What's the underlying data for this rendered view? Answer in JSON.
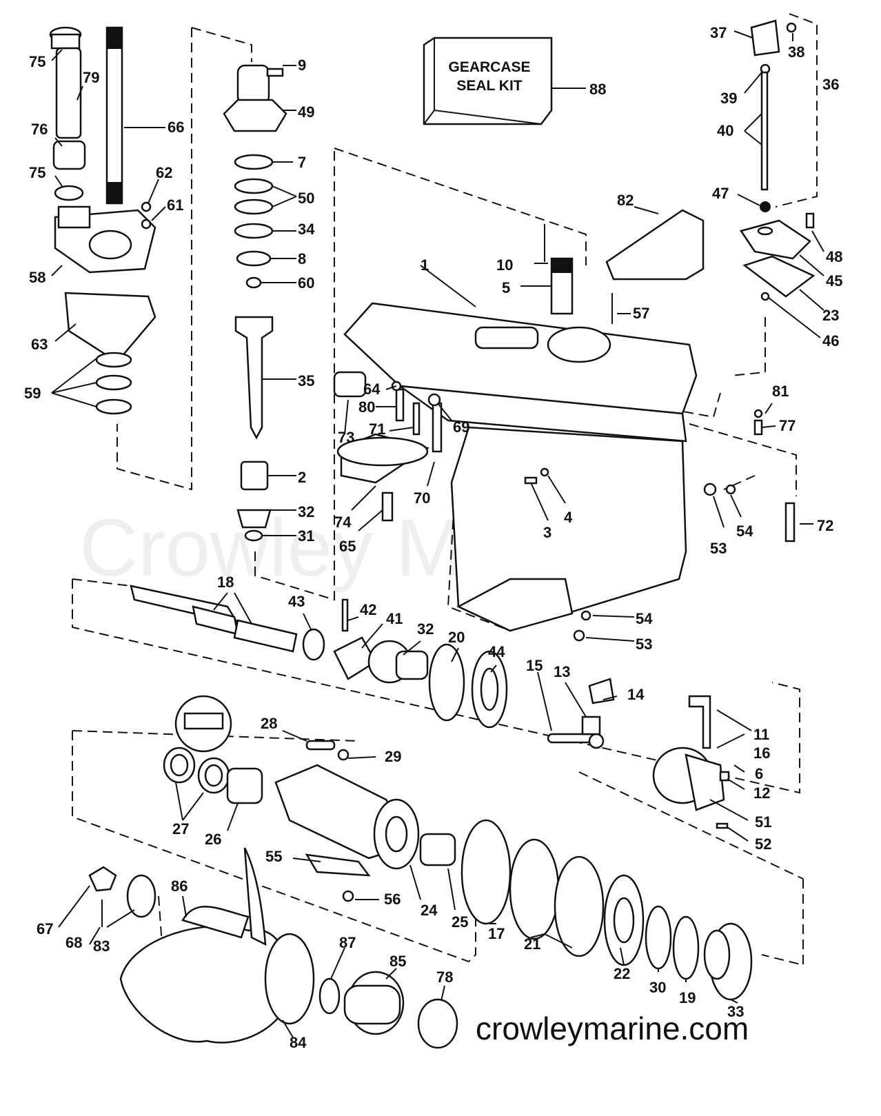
{
  "watermark": "Crowley Marine",
  "site_url": "crowleymarine.com",
  "seal_kit": {
    "line1": "GEARCASE",
    "line2": "SEAL KIT",
    "number": "88"
  },
  "callouts": [
    "1",
    "2",
    "3",
    "4",
    "5",
    "6",
    "7",
    "8",
    "9",
    "10",
    "11",
    "12",
    "13",
    "14",
    "15",
    "16",
    "17",
    "18",
    "19",
    "20",
    "21",
    "22",
    "23",
    "24",
    "25",
    "26",
    "27",
    "28",
    "29",
    "30",
    "31",
    "32",
    "32",
    "33",
    "34",
    "35",
    "36",
    "37",
    "38",
    "39",
    "40",
    "41",
    "42",
    "43",
    "44",
    "45",
    "46",
    "47",
    "48",
    "49",
    "50",
    "51",
    "52",
    "53",
    "53",
    "54",
    "54",
    "55",
    "56",
    "57",
    "58",
    "59",
    "60",
    "61",
    "62",
    "63",
    "64",
    "65",
    "66",
    "67",
    "68",
    "69",
    "70",
    "71",
    "72",
    "73",
    "74",
    "75",
    "75",
    "76",
    "77",
    "78",
    "79",
    "80",
    "81",
    "82",
    "83",
    "84",
    "85",
    "86",
    "87"
  ]
}
